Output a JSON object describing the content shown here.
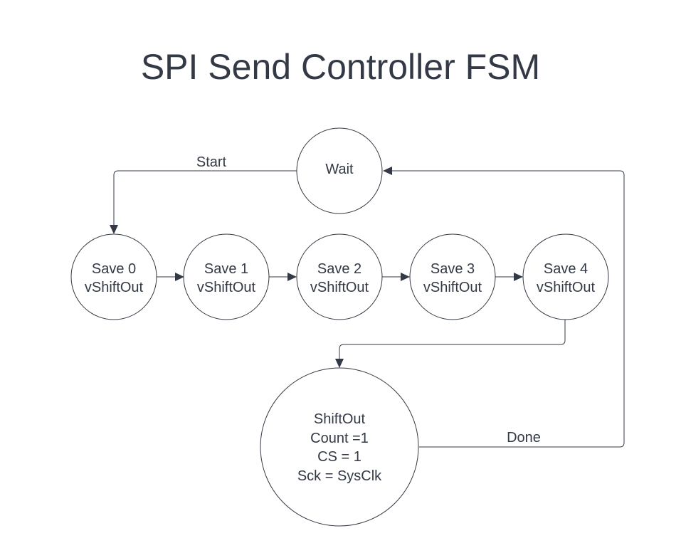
{
  "title": "SPI Send Controller FSM",
  "states": {
    "wait": [
      "Wait"
    ],
    "save0": [
      "Save 0",
      "vShiftOut"
    ],
    "save1": [
      "Save 1",
      "vShiftOut"
    ],
    "save2": [
      "Save 2",
      "vShiftOut"
    ],
    "save3": [
      "Save 3",
      "vShiftOut"
    ],
    "save4": [
      "Save 4",
      "vShiftOut"
    ],
    "shiftout": [
      "ShiftOut",
      "Count =1",
      "CS = 1",
      "Sck = SysClk"
    ]
  },
  "transitions": {
    "start": "Start",
    "done": "Done"
  },
  "colors": {
    "ink": "#333a45",
    "background": "#ffffff"
  }
}
